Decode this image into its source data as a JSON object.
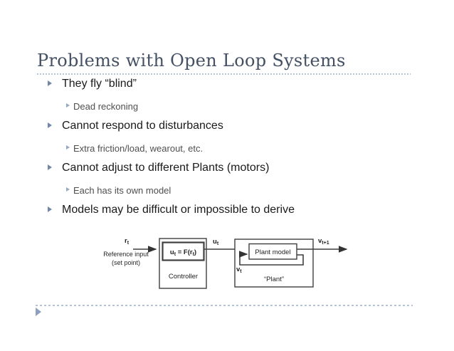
{
  "slide": {
    "title": "Problems with Open Loop Systems",
    "bullets": [
      {
        "level": 1,
        "text": "They fly “blind”"
      },
      {
        "level": 2,
        "text": "Dead reckoning"
      },
      {
        "level": 1,
        "text": "Cannot respond to disturbances"
      },
      {
        "level": 2,
        "text": "Extra friction/load, wearout, etc."
      },
      {
        "level": 1,
        "text": "Cannot adjust to different Plants (motors)"
      },
      {
        "level": 2,
        "text": "Each has its own model"
      },
      {
        "level": 1,
        "text": "Models may be difficult or impossible to derive"
      }
    ]
  },
  "diagram": {
    "reference_line1": "Reference input",
    "reference_line2": "(set point)",
    "r_label": {
      "base": "r",
      "sub": "t"
    },
    "equation": {
      "a": "u",
      "a_sub": "t",
      "b": " = F(r",
      "b_sub": "t",
      "c": ")"
    },
    "controller_label": "Controller",
    "u_label": {
      "base": "u",
      "sub": "t"
    },
    "plant_model_label": "Plant model",
    "plant_label": "“Plant”",
    "v_label": {
      "base": "v",
      "sub": "t"
    },
    "v_next_label": {
      "base": "v",
      "sub": "t+1"
    }
  },
  "icons": {
    "bullet_level1": "triangle-right",
    "bullet_level2": "triangle-right",
    "footer": "triangle-right"
  },
  "colors": {
    "title-color": "#445063",
    "body-text": "#1a1a1a",
    "sub-text": "#4f4f4f",
    "bullet1": "#7287a7",
    "bullet2": "#94a9c4",
    "dotted": "#b7c3d7",
    "footer-tri": "#8ba1bd",
    "dline": "#3f3f3f",
    "dtext": "#1f1f1f"
  }
}
